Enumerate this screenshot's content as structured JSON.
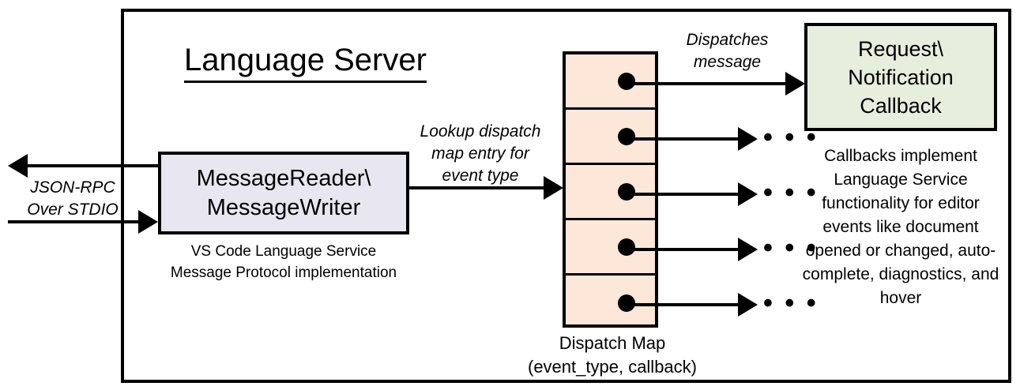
{
  "diagram": {
    "title": "Language Server",
    "boundary_name": "Language Server boundary"
  },
  "external_io": {
    "label": "JSON-RPC\nOver STDIO",
    "outgoing_arrow_name": "outgoing-jsonrpc-arrow",
    "incoming_arrow_name": "incoming-jsonrpc-arrow"
  },
  "message_rw": {
    "line1": "MessageReader\\",
    "line2": "MessageWriter",
    "caption": "VS Code Language Service\nMessage Protocol implementation",
    "fill": "#E8E6F0"
  },
  "lookup": {
    "label": "Lookup dispatch\nmap entry for\nevent type"
  },
  "dispatch_map": {
    "caption": "Dispatch Map\n(event_type, callback)",
    "fill": "#FCE7D9",
    "cell_count": 5,
    "cells": [
      {
        "dot": true,
        "target": "callback-box"
      },
      {
        "dot": true,
        "target": "ellipsis"
      },
      {
        "dot": true,
        "target": "ellipsis"
      },
      {
        "dot": true,
        "target": "ellipsis"
      },
      {
        "dot": true,
        "target": "ellipsis"
      }
    ],
    "ellipsis": "• • •"
  },
  "dispatches": {
    "label": "Dispatches\nmessage"
  },
  "callback": {
    "line1": "Request\\",
    "line2": "Notification",
    "line3": "Callback",
    "caption": "Callbacks implement Language Service functionality for editor events like document opened or changed, auto-complete, diagnostics, and hover",
    "fill": "#E8EEDD"
  },
  "colors": {
    "stroke": "#000000",
    "background": "#FFFFFF"
  }
}
